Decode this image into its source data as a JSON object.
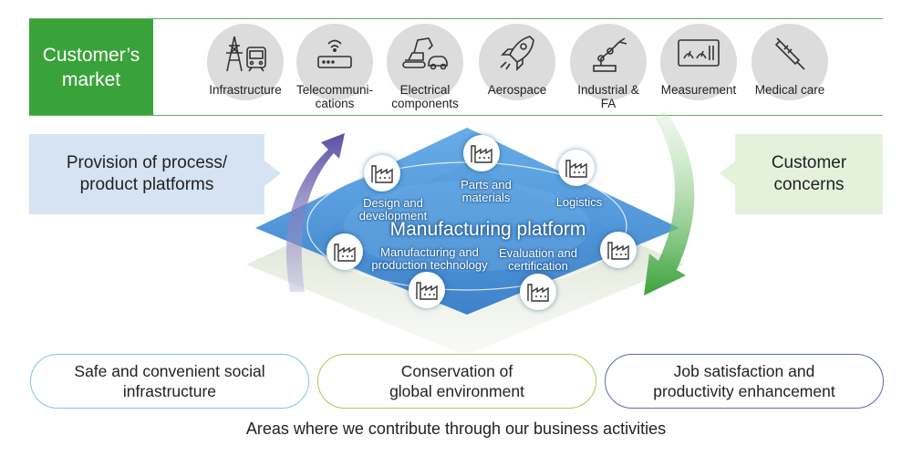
{
  "market": {
    "title": "Customer’s\nmarket",
    "items": [
      {
        "label": "Infrastructure",
        "icon": "power-tower-train-icon"
      },
      {
        "label": "Telecommuni-\ncations",
        "icon": "wifi-router-icon"
      },
      {
        "label": "Electrical\ncomponents",
        "icon": "excavator-car-icon"
      },
      {
        "label": "Aerospace",
        "icon": "rocket-icon"
      },
      {
        "label": "Industrial &\nFA",
        "icon": "robot-arm-icon"
      },
      {
        "label": "Measurement",
        "icon": "gauge-panel-icon"
      },
      {
        "label": "Medical care",
        "icon": "syringe-icon"
      }
    ]
  },
  "left_box": "Provision of process/\nproduct platforms",
  "right_box": "Customer\nconcerns",
  "platform": {
    "title": "Manufacturing platform",
    "nodes": [
      "Design and\ndevelopment",
      "Parts and\nmaterials",
      "Logistics",
      "Manufacturing and\nproduction technology",
      "Evaluation and\ncertification"
    ]
  },
  "areas": [
    {
      "label": "Safe and convenient social\ninfrastructure",
      "color": "#7ec8e3"
    },
    {
      "label": "Conservation of\nglobal environment",
      "color": "#a6cc55"
    },
    {
      "label": "Job satisfaction and\nproductivity enhancement",
      "color": "#5b6aa8"
    }
  ],
  "caption": "Areas where we contribute through our business activities",
  "colors": {
    "green": "#3aa23a",
    "left_box": "#d6e3f3",
    "right_box": "#e4f2dc"
  }
}
